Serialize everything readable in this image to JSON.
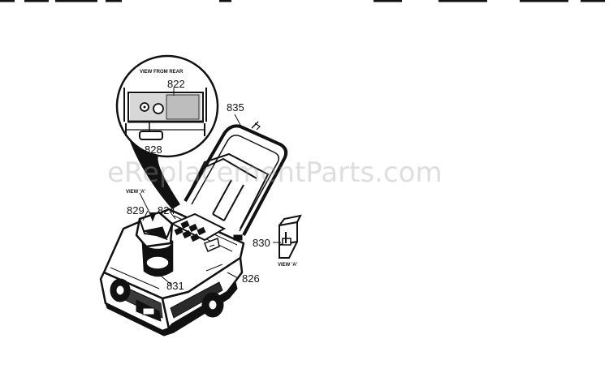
{
  "diagram": {
    "inset_caption": "VIEW FROM REAR",
    "view_a_left": "VIEW 'A'",
    "view_a_right": "VIEW 'A'",
    "labels": {
      "p822": "822",
      "p828": "828",
      "p835": "835",
      "p829": "829",
      "p824": "824",
      "p830": "830",
      "p831": "831",
      "p826": "826"
    }
  },
  "watermark": "eReplacementParts.com",
  "colors": {
    "ink": "#111111",
    "watermark": "#a0a0a0"
  }
}
